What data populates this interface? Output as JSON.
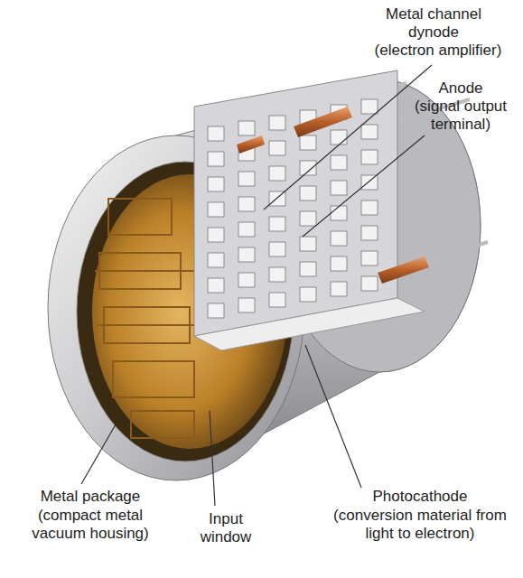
{
  "diagram": {
    "labels": [
      "Metal channel dynode",
      "(electron amplifier)",
      "Anode",
      "(signal output terminal)",
      "Metal package",
      "(compact metal vacuum housing)",
      "Input window",
      "Photocathode",
      "(conversion material from light to electron)"
    ]
  }
}
